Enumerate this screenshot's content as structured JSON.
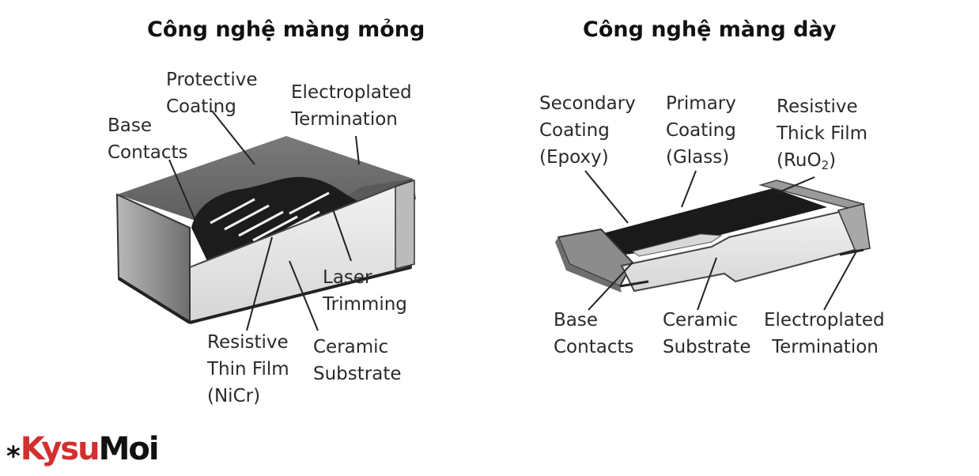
{
  "titles": {
    "thin": "Công nghệ màng mỏng",
    "thick": "Công nghệ màng dày"
  },
  "thin_film": {
    "labels": {
      "protective_coating": [
        "Protective",
        "Coating"
      ],
      "electroplated_termination": [
        "Electroplated",
        "Termination"
      ],
      "base_contacts": [
        "Base",
        "Contacts"
      ],
      "laser_trimming": [
        "Laser",
        "Trimming"
      ],
      "resistive_thin_film": [
        "Resistive",
        "Thin Film",
        "(NiCr)"
      ],
      "ceramic_substrate": [
        "Ceramic",
        "Substrate"
      ]
    }
  },
  "thick_film": {
    "labels": {
      "secondary_coating": [
        "Secondary",
        "Coating",
        "(Epoxy)"
      ],
      "primary_coating": [
        "Primary",
        "Coating",
        "(Glass)"
      ],
      "resistive_thick_film": [
        "Resistive",
        "Thick Film"
      ],
      "resistive_thick_film_material_base": "(RuO",
      "resistive_thick_film_material_sub": "2",
      "resistive_thick_film_material_end": ")",
      "base_contacts": [
        "Base",
        "Contacts"
      ],
      "ceramic_substrate": [
        "Ceramic",
        "Substrate"
      ],
      "electroplated_termination": [
        "Electroplated",
        "Termination"
      ]
    }
  },
  "logo": {
    "mark": "⁎",
    "part1": "Kysu",
    "part2": "Moi"
  },
  "colors": {
    "logo_red": "#d32f2f",
    "film_dark": "#1c1c1c",
    "terminal_gray": "#8a8a8a",
    "substrate_light": "#e4e4e4"
  }
}
